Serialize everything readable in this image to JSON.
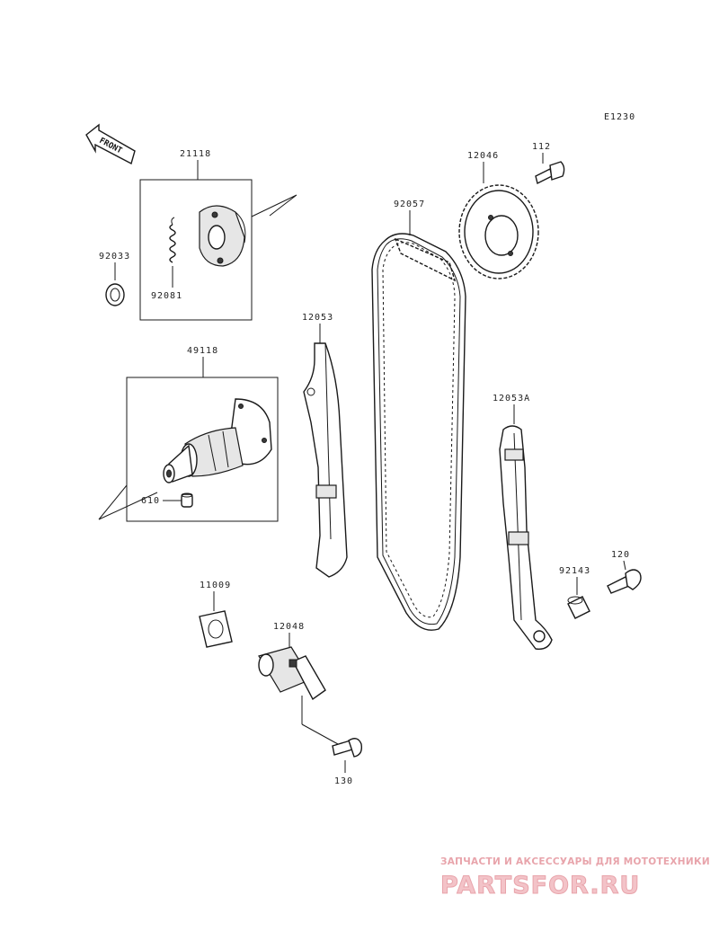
{
  "diagram_code": "E1230",
  "front_label": "FRONT",
  "parts": {
    "p21118": "21118",
    "p92033": "92033",
    "p92081": "92081",
    "p49118": "49118",
    "p610": "610",
    "p12053": "12053",
    "p92057": "92057",
    "p12046": "12046",
    "p112": "112",
    "p12053A": "12053A",
    "p120": "120",
    "p92143": "92143",
    "p11009": "11009",
    "p12048": "12048",
    "p130": "130"
  },
  "watermark": {
    "tagline": "ЗАПЧАСТИ И АКСЕССУАРЫ ДЛЯ МОТОТЕХНИКИ",
    "logo": "PARTSFOR.RU",
    "color": "#e8a4ab"
  }
}
